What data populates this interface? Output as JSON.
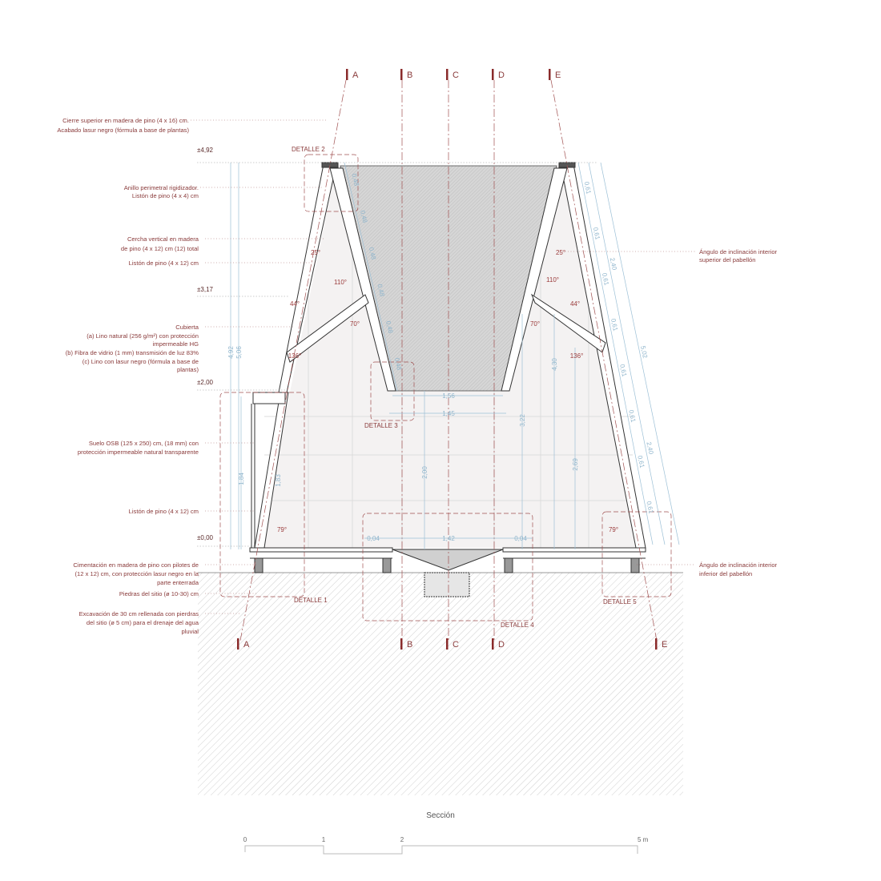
{
  "title": "Sección",
  "colors": {
    "annotation": "#8a3b3b",
    "dimension": "#8fb5cc",
    "structure": "#333333",
    "ground_hatch": "#bdbdbd"
  },
  "annotations_left": [
    {
      "lines": [
        "Cierre superior en madera de pino (4 x 16) cm.",
        "Acabado lasur negro (fórmula a base de plantas)"
      ]
    },
    {
      "lines": [
        "Anillo perimetral rigidizador.",
        "Listón de pino (4 x 4) cm"
      ]
    },
    {
      "lines": [
        "Cercha vertical en madera",
        "de pino (4 x 12) cm (12) total"
      ]
    },
    {
      "lines": [
        "Listón de pino (4 x 12) cm"
      ]
    },
    {
      "lines": [
        "Cubierta",
        "(a) Lino natural (256 g/m²) con protección",
        "impermeable HG",
        "(b) Fibra de vidrio (1 mm) transmisión de luz 83%",
        "(c) Lino con lasur negro (fórmula a base de",
        "plantas)"
      ]
    },
    {
      "lines": [
        "Suelo OSB (125 x 250) cm, (18 mm) con",
        "protección impermeable natural transparente"
      ]
    },
    {
      "lines": [
        "Listón de pino (4 x 12) cm"
      ]
    },
    {
      "lines": [
        "Cimentación en madera de pino con pilotes de",
        "(12 x 12) cm, con protección lasur negro en la",
        "parte enterrada"
      ]
    },
    {
      "lines": [
        "Piedras del sitio (ø 10-30) cm"
      ]
    },
    {
      "lines": [
        "Excavación de 30 cm rellenada con pierdras",
        "del sitio (ø 5 cm) para el drenaje del agua",
        "pluvial"
      ]
    }
  ],
  "annotations_right": [
    {
      "lines": [
        "Ángulo de inclinación interior",
        "superior del pabellón"
      ]
    },
    {
      "lines": [
        "Ángulo de inclinación interior",
        "inferior del pabellón"
      ]
    }
  ],
  "levels": [
    "±4,92",
    "±3,17",
    "±2,00",
    "±0,00"
  ],
  "section_marks": [
    "A",
    "B",
    "C",
    "D",
    "E"
  ],
  "details": [
    "DETALLE 1",
    "DETALLE 2",
    "DETALLE 3",
    "DETALLE 4",
    "DETALLE 5"
  ],
  "dimensions": {
    "left_vertical": [
      "4,92",
      "5,06",
      "1,84",
      "1,83"
    ],
    "center_vertical": [
      "2,00",
      "3,22",
      "2,69",
      "4,30"
    ],
    "horizontal": [
      "1,56",
      "1,45",
      "1,42",
      "0,04",
      "0,04"
    ],
    "inner_slope": [
      "0,48",
      "0,48",
      "0,48",
      "0,48",
      "0,48",
      "0,48"
    ],
    "outer_slope_segments": [
      "0,61",
      "0,61",
      "0,61",
      "0,61",
      "0,61",
      "0,61",
      "0,61",
      "0,61"
    ],
    "outer_slope_partials": [
      "2,40",
      "2,40"
    ],
    "outer_slope_total": "5,02"
  },
  "angles": [
    "25°",
    "110°",
    "44°",
    "70°",
    "136°",
    "79°"
  ],
  "scale_bar": {
    "ticks": [
      "0",
      "1",
      "2",
      "5 m"
    ]
  }
}
